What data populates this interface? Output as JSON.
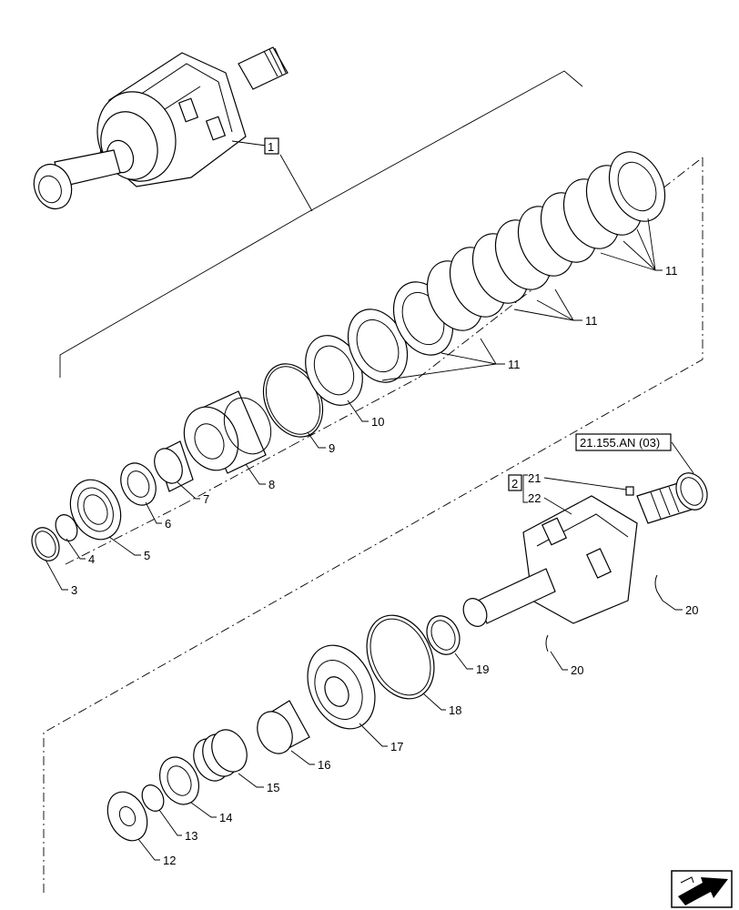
{
  "callouts": [
    {
      "id": "c1",
      "text": "1"
    },
    {
      "id": "c2",
      "text": "2"
    },
    {
      "id": "c3",
      "text": "3"
    },
    {
      "id": "c4",
      "text": "4"
    },
    {
      "id": "c5",
      "text": "5"
    },
    {
      "id": "c6",
      "text": "6"
    },
    {
      "id": "c7",
      "text": "7"
    },
    {
      "id": "c8",
      "text": "8"
    },
    {
      "id": "c9",
      "text": "9"
    },
    {
      "id": "c10",
      "text": "10"
    },
    {
      "id": "c11a",
      "text": "11"
    },
    {
      "id": "c11b",
      "text": "11"
    },
    {
      "id": "c11c",
      "text": "11"
    },
    {
      "id": "c12",
      "text": "12"
    },
    {
      "id": "c13",
      "text": "13"
    },
    {
      "id": "c14",
      "text": "14"
    },
    {
      "id": "c15",
      "text": "15"
    },
    {
      "id": "c16",
      "text": "16"
    },
    {
      "id": "c17",
      "text": "17"
    },
    {
      "id": "c18",
      "text": "18"
    },
    {
      "id": "c19",
      "text": "19"
    },
    {
      "id": "c20a",
      "text": "20"
    },
    {
      "id": "c20b",
      "text": "20"
    },
    {
      "id": "c21",
      "text": "21"
    },
    {
      "id": "c22",
      "text": "22"
    }
  ],
  "reference": {
    "text": "21.155.AN (03)"
  },
  "nav_icon": "next-page-arrow-icon"
}
